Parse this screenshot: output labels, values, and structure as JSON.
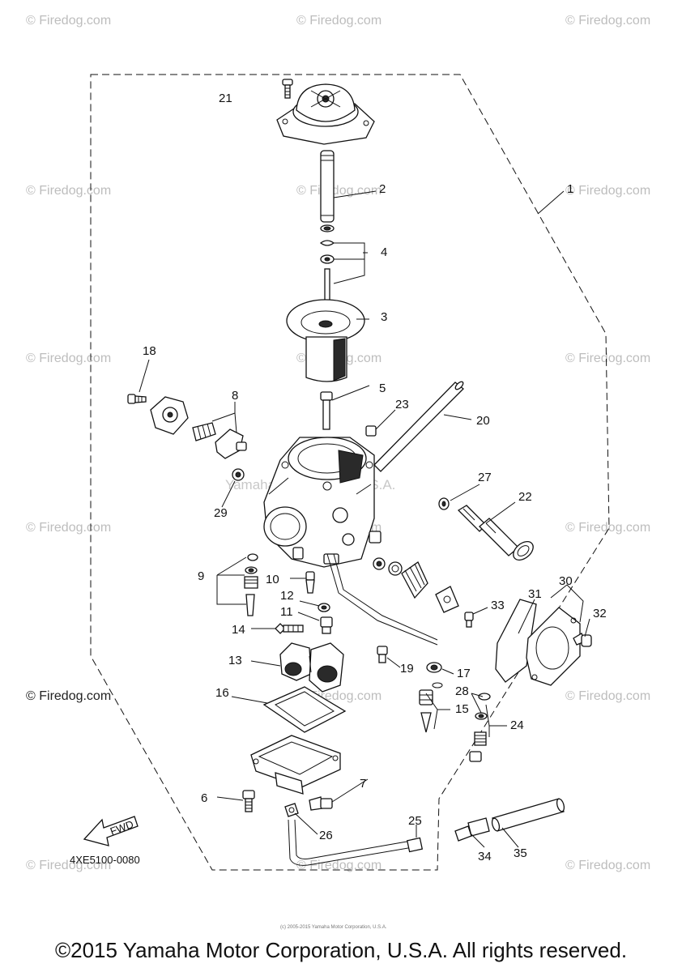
{
  "watermarks": {
    "brand": "© Firedog.com",
    "left_brand": "© Firedog.com",
    "ghost": "Yamaha Motor Corp, U.S.A."
  },
  "callouts": {
    "c1": "1",
    "c2": "2",
    "c3": "3",
    "c4": "4",
    "c5": "5",
    "c6": "6",
    "c7": "7",
    "c8": "8",
    "c9": "9",
    "c10": "10",
    "c11": "11",
    "c12": "12",
    "c13": "13",
    "c14": "14",
    "c15": "15",
    "c16": "16",
    "c17": "17",
    "c18": "18",
    "c19": "19",
    "c20": "20",
    "c21": "21",
    "c22": "22",
    "c23": "23",
    "c24": "24",
    "c25": "25",
    "c26": "26",
    "c27": "27",
    "c28": "28",
    "c29": "29",
    "c30": "30",
    "c31": "31",
    "c32": "32",
    "c33": "33",
    "c34": "34",
    "c35": "35"
  },
  "fwd_label": "FWD",
  "diagram_code": "4XE5100-0080",
  "small_copyright": "(c) 2005-2015 Yamaha Motor Corporation, U.S.A.",
  "footer": "©2015 Yamaha Motor Corporation, U.S.A. All rights reserved."
}
